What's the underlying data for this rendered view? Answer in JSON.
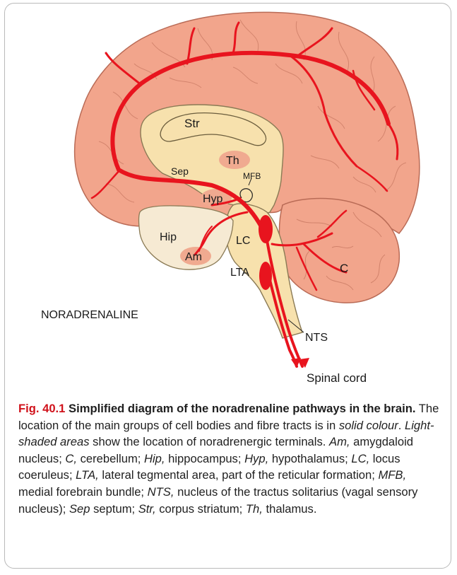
{
  "figure_label": "Fig. 40.1",
  "figure_title": "Simplified diagram of the noradrenaline pathways in the brain.",
  "caption_parts": [
    {
      "text": " The location of the main groups of cell bodies and fibre tracts is in ",
      "italic": false
    },
    {
      "text": "solid colour",
      "italic": true
    },
    {
      "text": ". ",
      "italic": false
    },
    {
      "text": "Light-shaded areas",
      "italic": true
    },
    {
      "text": " show the location of noradrenergic terminals. ",
      "italic": false
    },
    {
      "text": "Am,",
      "italic": true
    },
    {
      "text": " amygdaloid nucleus; ",
      "italic": false
    },
    {
      "text": "C,",
      "italic": true
    },
    {
      "text": " cerebellum; ",
      "italic": false
    },
    {
      "text": "Hip,",
      "italic": true
    },
    {
      "text": " hippocampus; ",
      "italic": false
    },
    {
      "text": "Hyp,",
      "italic": true
    },
    {
      "text": " hypothalamus; ",
      "italic": false
    },
    {
      "text": "LC,",
      "italic": true
    },
    {
      "text": " locus coeruleus; ",
      "italic": false
    },
    {
      "text": "LTA,",
      "italic": true
    },
    {
      "text": " lateral tegmental area, part of the reticular formation; ",
      "italic": false
    },
    {
      "text": "MFB,",
      "italic": true
    },
    {
      "text": " medial forebrain bundle; ",
      "italic": false
    },
    {
      "text": "NTS,",
      "italic": true
    },
    {
      "text": " nucleus of the tractus solitarius (vagal sensory nucleus); ",
      "italic": false
    },
    {
      "text": "Sep",
      "italic": true
    },
    {
      "text": "  septum; ",
      "italic": false
    },
    {
      "text": "Str,",
      "italic": true
    },
    {
      "text": " corpus striatum; ",
      "italic": false
    },
    {
      "text": "Th,",
      "italic": true
    },
    {
      "text": " thalamus.",
      "italic": false
    }
  ],
  "diagram": {
    "heading": "NORADRENALINE",
    "labels": {
      "str": "Str",
      "th": "Th",
      "sep": "Sep",
      "mfb": "MFB",
      "hyp": "Hyp",
      "hip": "Hip",
      "am": "Am",
      "lc": "LC",
      "lta": "LTA",
      "c": "C",
      "nts": "NTS",
      "spinal_cord": "Spinal cord"
    }
  },
  "colors": {
    "pathway": "#e8141e",
    "cortex": "#f2a58c",
    "cortex_line": "#c56a55",
    "deep": "#f7e1ad",
    "hip": "#f6ead3",
    "nucleus": "#f0aa90",
    "title": "#d0121b"
  }
}
